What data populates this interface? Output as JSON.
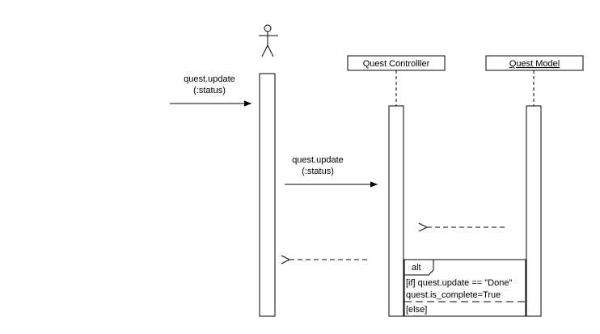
{
  "diagram": {
    "participants": {
      "controller": "Quest Controlller",
      "model": "Quest Model"
    },
    "messages": {
      "m1_line1": "quest.update",
      "m1_line2": "(:status)",
      "m2_line1": "quest.update",
      "m2_line2": "(:status)"
    },
    "fragment": {
      "operator": "alt",
      "guard_if": "[if] quest.update == \"Done\"",
      "if_action": "quest.is_complete=True",
      "guard_else": "[else]"
    }
  },
  "colors": {
    "stroke": "#000000",
    "background": "#ffffff"
  }
}
